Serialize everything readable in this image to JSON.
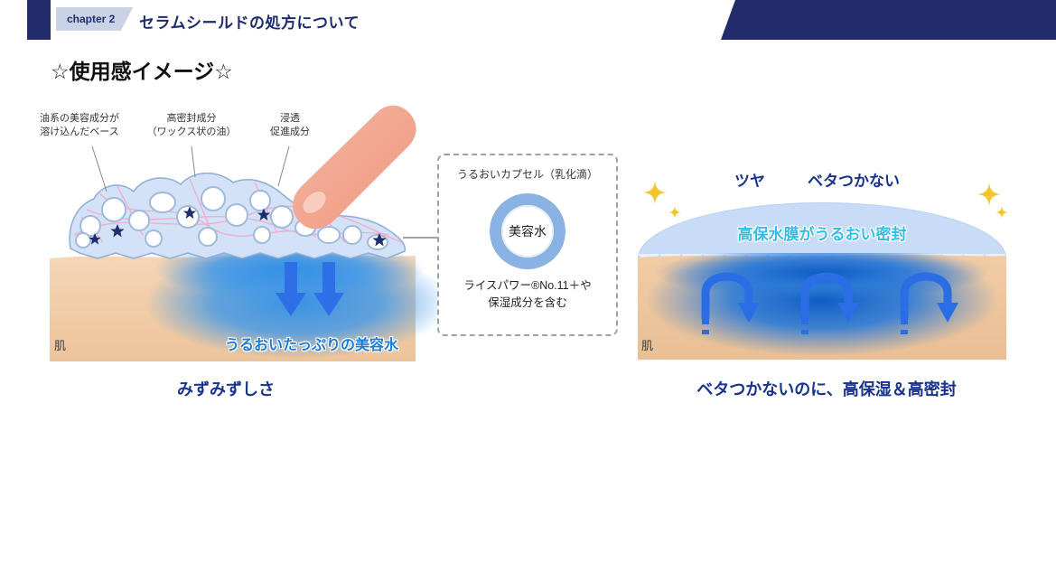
{
  "header": {
    "chapter_label": "chapter 2",
    "title": "セラムシールドの処方について"
  },
  "page_title": "☆使用感イメージ☆",
  "left_diagram": {
    "label_oil_base": "油系の美容成分が\n溶け込んだベース",
    "label_sealing": "高密封成分\n（ワックス状の油）",
    "label_penetration": "浸透\n促進成分",
    "skin_label": "肌",
    "water_text": "うるおいたっぷりの美容水",
    "caption": "みずみずしさ"
  },
  "capsule_box": {
    "title": "うるおいカプセル（乳化滴）",
    "center_label": "美容水",
    "description": "ライスパワー®No.11＋や\n保湿成分を含む"
  },
  "right_diagram": {
    "label_gloss": "ツヤ",
    "label_non_sticky": "ベタつかない",
    "film_text": "高保水膜がうるおい密封",
    "skin_label": "肌",
    "caption": "ベタつかないのに、高保湿＆高密封"
  },
  "colors": {
    "navy": "#222c6a",
    "accent_blue": "#2b6de4",
    "water_blue": "#2c8de8",
    "skin_tan": "#f0cca6",
    "dome_blue": "#c9dcf7",
    "film_text_blue": "#35bce8",
    "sparkle_yellow": "#f5c52d"
  }
}
